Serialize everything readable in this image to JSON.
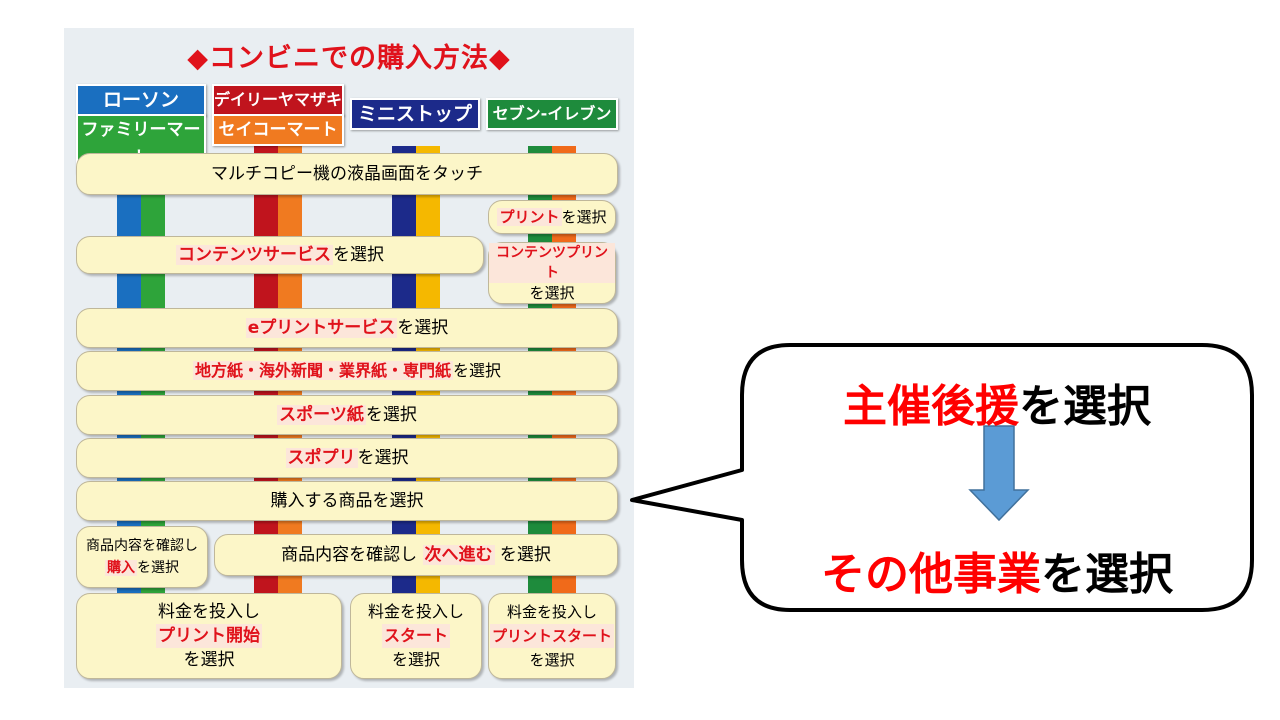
{
  "title": "◆コンビニでの購入方法◆",
  "stores": {
    "lawson": "ローソン",
    "familymart": "ファミリーマート",
    "daily": "デイリーヤマザキ",
    "seicomart": "セイコーマート",
    "ministop": "ミニストップ",
    "seven": "セブン-イレブン"
  },
  "steps": {
    "touch": "マルチコピー機の液晶画面をタッチ",
    "print_red": "プリント",
    "print_blk": "を選択",
    "contents_red": "コンテンツサービス",
    "contents_blk": "を選択",
    "cprint_red": "コンテンツプリント",
    "cprint_blk": "を選択",
    "eprint_red": "eプリントサービス",
    "eprint_blk": "を選択",
    "papers_red": "地方紙・海外新聞・業界紙・専門紙",
    "papers_blk": "を選択",
    "sports_red": "スポーツ紙",
    "sports_blk": "を選択",
    "spopuri_red": "スポプリ",
    "spopuri_blk": "を選択",
    "buy_item": "購入する商品を選択",
    "confirm_l1": "商品内容を確認し",
    "confirm_l2_red": "購入",
    "confirm_l2_blk": "を選択",
    "confirm_next_blk1": "商品内容を確認し",
    "confirm_next_red": "次へ進む",
    "confirm_next_blk2": "を選択",
    "pay1_l1": "料金を投入し",
    "pay1_l2": "プリント開始",
    "pay1_l3": "を選択",
    "pay2_l1": "料金を投入し",
    "pay2_l2": "スタート",
    "pay2_l3": "を選択",
    "pay3_l1": "料金を投入し",
    "pay3_l2": "プリントスタート",
    "pay3_l3": "を選択"
  },
  "callout": {
    "line1_red": "主催後援",
    "line1_blk": "を選択",
    "line2_red": "その他事業",
    "line2_blk": "を選択"
  },
  "colors": {
    "lawson": "#1a6fc0",
    "familymart": "#2ea43a",
    "daily": "#c0141d",
    "seicomart": "#f07a20",
    "ministop": "#1c2a8a",
    "ministop_sub": "#f5b800",
    "seven": "#1e8b3c",
    "seven_sub": "#f06a1a",
    "arrow": "#5b9bd5"
  }
}
